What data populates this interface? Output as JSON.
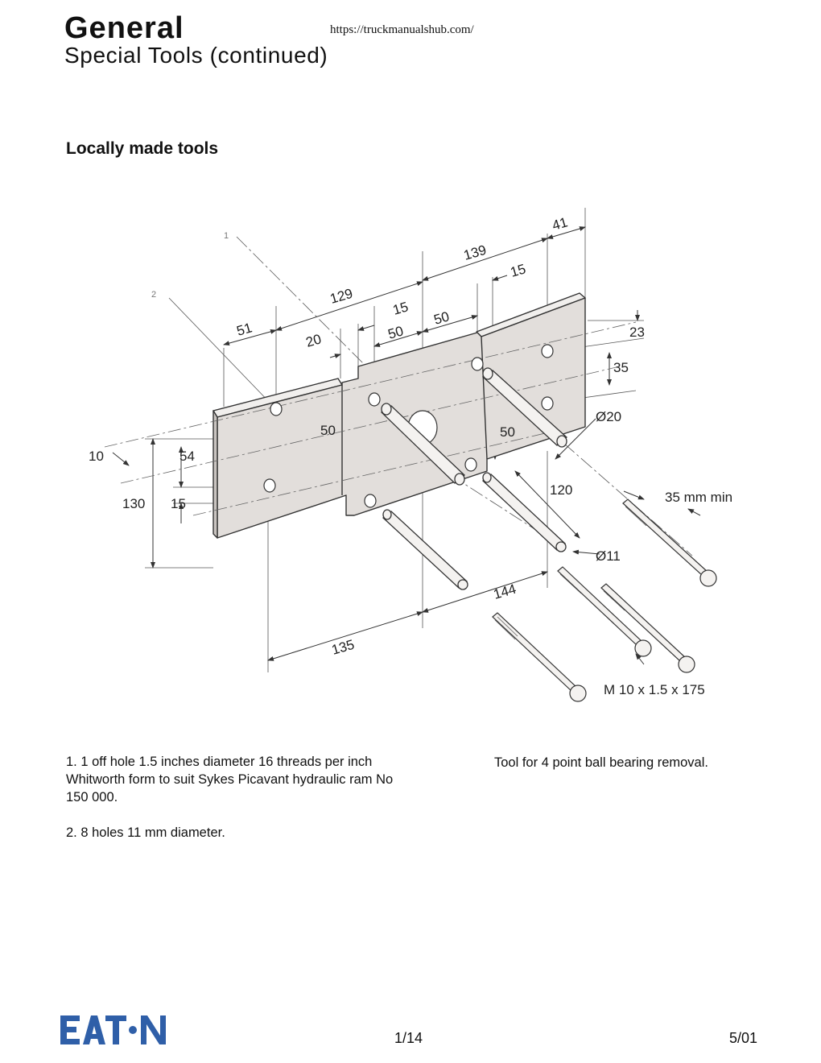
{
  "header": {
    "title": "General",
    "subtitle": "Special Tools (continued)",
    "url": "https://truckmanualshub.com/"
  },
  "section_heading": "Locally made tools",
  "drawing": {
    "callouts": [
      "1",
      "2"
    ],
    "dimensions": {
      "d41": "41",
      "d139": "139",
      "d15a": "15",
      "d129": "129",
      "d15b": "15",
      "d51": "51",
      "d20": "20",
      "d50a": "50",
      "d50b": "50",
      "d23": "23",
      "d35": "35",
      "d_o20": "Ø20",
      "d10": "10",
      "d54": "54",
      "d50c": "50",
      "d50d": "50",
      "d130": "130",
      "d15c": "15",
      "d120": "120",
      "d35min": "35 mm min",
      "d_o11": "Ø11",
      "d144": "144",
      "d135": "135",
      "thread": "M 10 x 1.5 x 175"
    }
  },
  "notes": [
    "1. 1 off hole 1.5 inches diameter 16 threads per inch Whitworth form to suit Sykes Picavant hydraulic ram No 150 000.",
    "2. 8 holes 11 mm diameter."
  ],
  "caption": "Tool for 4 point ball bearing removal.",
  "footer": {
    "logo_text": "EATON",
    "page": "1/14",
    "date": "5/01"
  },
  "colors": {
    "logo_blue": "#2f5fa8",
    "plate_fill": "#e2dedb",
    "plate_side": "#c9c4c0"
  }
}
